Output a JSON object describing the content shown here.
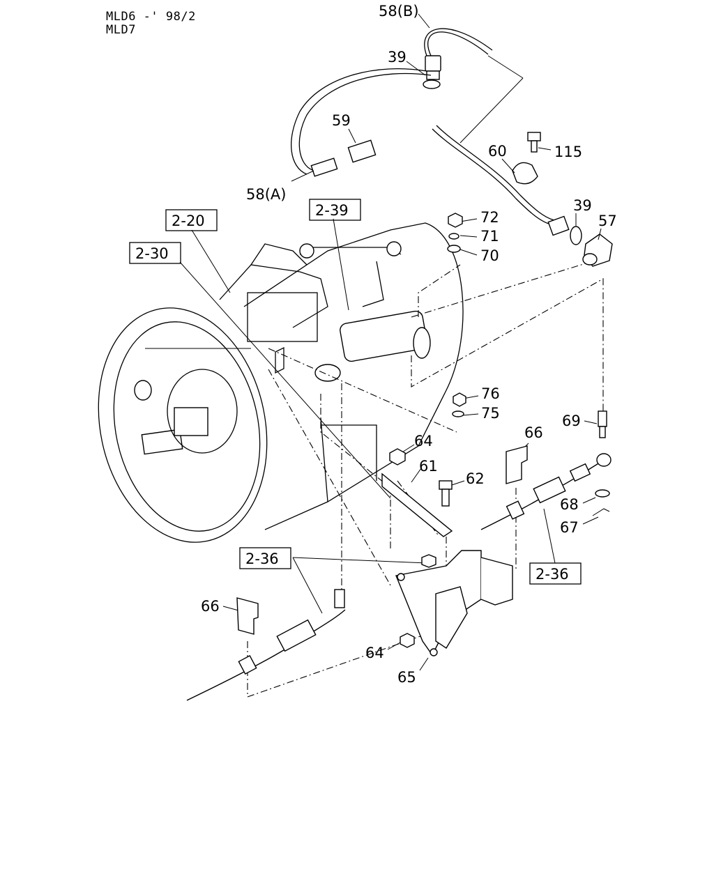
{
  "header": {
    "model_line_1": "MLD6 -' 98/2",
    "model_line_2": "MLD7"
  },
  "callouts": {
    "p58b": "58(B)",
    "p39_top": "39",
    "p59": "59",
    "p58a": "58(A)",
    "p60": "60",
    "p115": "115",
    "p39_right": "39",
    "p57": "57",
    "p72": "72",
    "p71": "71",
    "p70": "70",
    "p76": "76",
    "p75": "75",
    "p69": "69",
    "p64_upper": "64",
    "p61": "61",
    "p62": "62",
    "p66_right": "66",
    "p68": "68",
    "p67": "67",
    "p66_left": "66",
    "p64_lower": "64",
    "p65": "65"
  },
  "references": {
    "r2_20": "2-20",
    "r2_39": "2-39",
    "r2_30": "2-30",
    "r2_36_left": "2-36",
    "r2_36_right": "2-36"
  }
}
